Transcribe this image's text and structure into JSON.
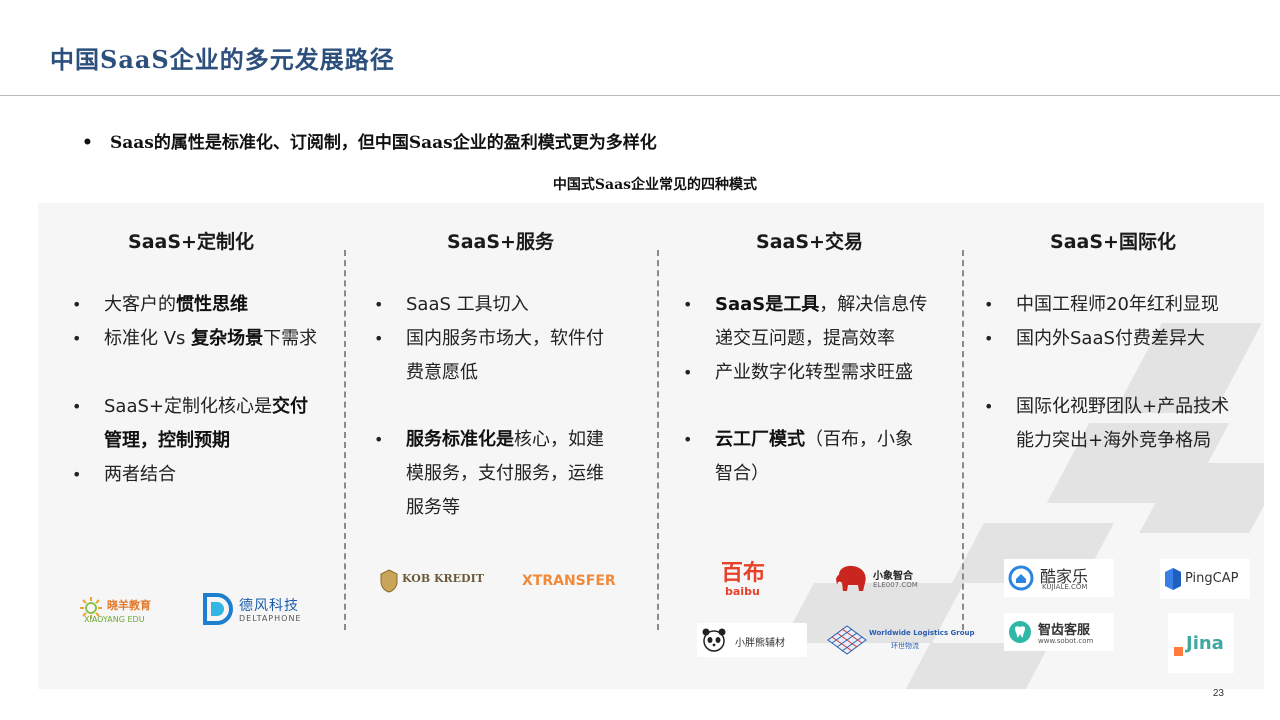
{
  "slide": {
    "title": "中国SaaS企业的多元发展路径",
    "lead_bullet": "Saas的属性是标准化、订阅制，但中国Saas企业的盈利模式更为多样化",
    "figure_caption": "中国式Saas企业常见的四种模式",
    "page_number": "23"
  },
  "columns": [
    {
      "heading": "SaaS+定制化",
      "bullets": [
        {
          "pre": "大客户的",
          "bold": "惯性思维",
          "post": ""
        },
        {
          "pre": "标准化 Vs ",
          "bold": "复杂场景",
          "post": "下需求"
        },
        {
          "pre": "SaaS+定制化核心是",
          "bold": "交付",
          "line2_bold": "管理，控制预期"
        },
        {
          "pre": "两者结合",
          "bold": "",
          "post": ""
        }
      ],
      "logos": {
        "xiaoyang_cn": "晓羊教育",
        "xiaoyang_en": "XIAOYANG EDU",
        "delta_cn": "德风科技",
        "delta_en": "DELTAPHONE"
      }
    },
    {
      "heading": "SaaS+服务",
      "bullets": [
        {
          "text": "SaaS 工具切入"
        },
        {
          "line1": "国内服务市场大，软件付",
          "line2": "费意愿低"
        },
        {
          "bold": "服务标准化是",
          "post": "核心，如建",
          "line2": "模服务，支付服务，运维",
          "line3": "服务等"
        }
      ],
      "logos": {
        "kredit": "KOB KREDIT",
        "xtransfer": "XTRANSFER"
      }
    },
    {
      "heading": "SaaS+交易",
      "bullets": [
        {
          "bold": "SaaS是工具",
          "post": "，解决信息传",
          "line2": "递交互问题，提高效率"
        },
        {
          "text": "产业数字化转型需求旺盛"
        },
        {
          "bold": "云工厂模式",
          "post": "（百布，小象",
          "line2": "智合）"
        }
      ],
      "logos": {
        "baibu_cn": "百布",
        "baibu_en": "baibu",
        "elephant_cn": "小象智合",
        "elephant_en": "ELE007.COM",
        "panda_cn": "小胖熊辅材",
        "wwl_en": "Worldwide Logistics Group",
        "wwl_cn": "环世物流"
      }
    },
    {
      "heading": "SaaS+国际化",
      "bullets": [
        {
          "text": "中国工程师20年红利显现"
        },
        {
          "text": "国内外SaaS付费差异大"
        },
        {
          "line1": "国际化视野团队+产品技术",
          "line2": "能力突出+海外竞争格局"
        }
      ],
      "logos": {
        "kujiale_cn": "酷家乐",
        "kujiale_en": "KUJIALE.COM",
        "pingcap": "PingCAP",
        "zhichi_cn": "智齿客服",
        "zhichi_en": "www.sobot.com",
        "jina": "Jina"
      }
    }
  ],
  "colors": {
    "title": "#2c4f7c",
    "panel_bg": "#f6f6f6",
    "divider": "#8a8a8a",
    "xtransfer": "#f08a3a",
    "baibu": "#e8412a",
    "elephant": "#c8261f"
  }
}
